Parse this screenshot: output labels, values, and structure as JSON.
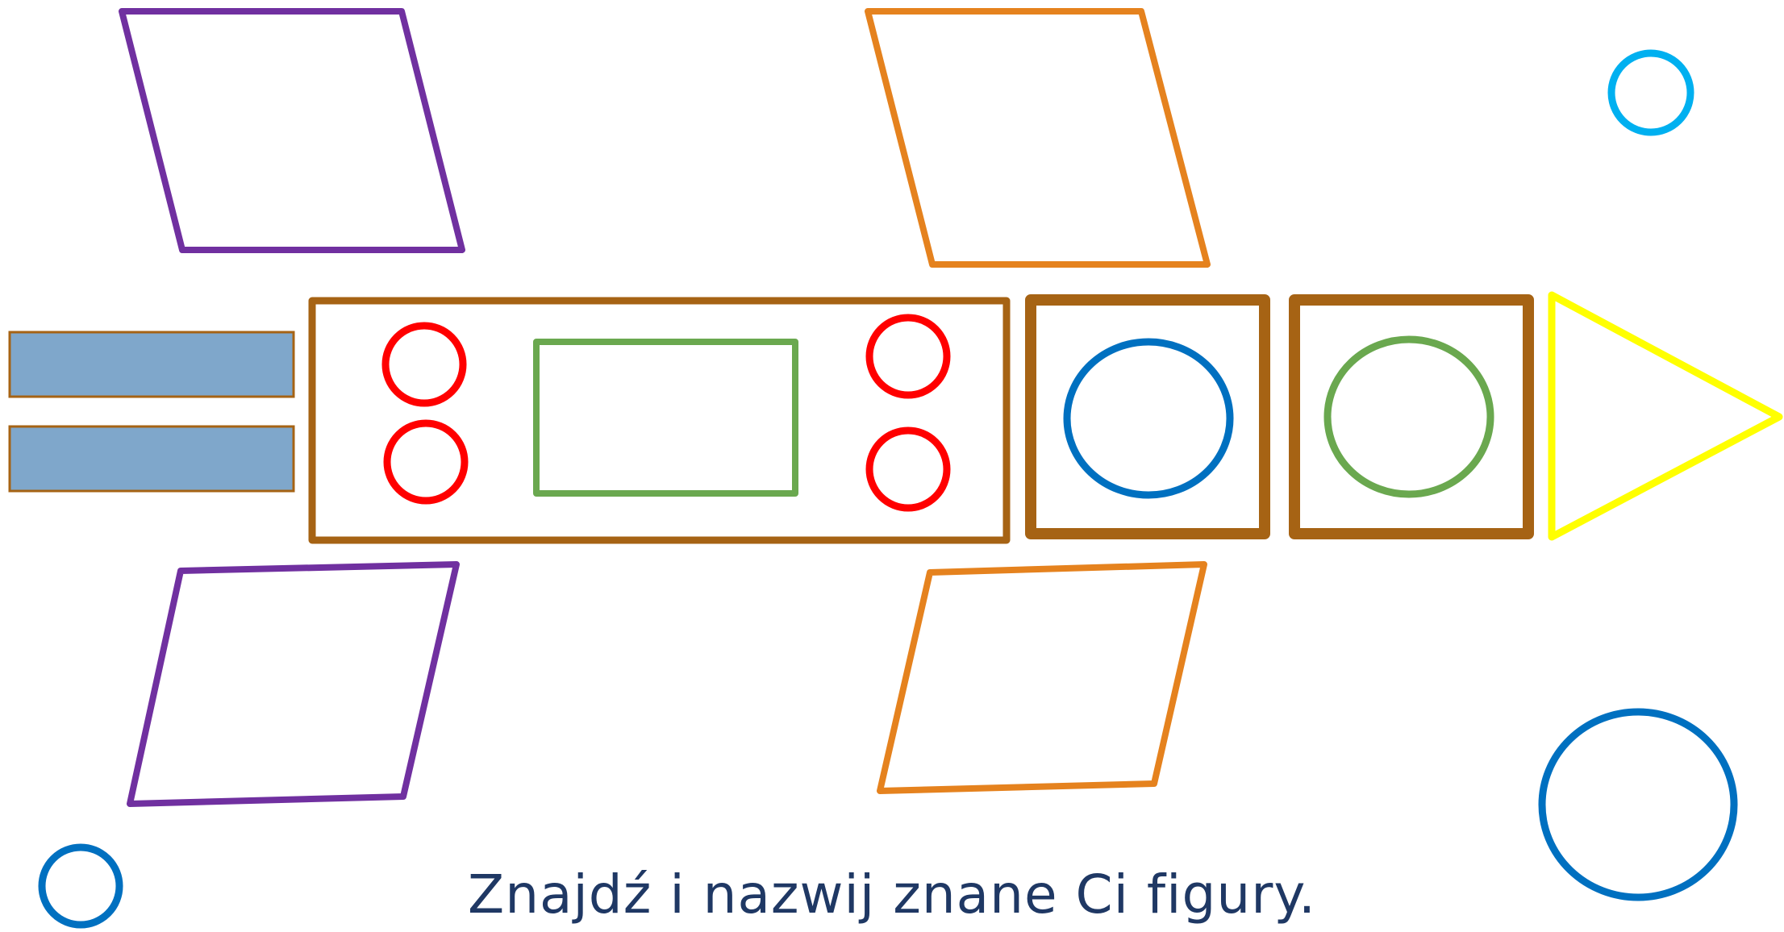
{
  "caption": "Znajdź i nazwij znane Ci figury.",
  "colors": {
    "background": "#ffffff",
    "caption": "#1f3864",
    "purple": "#7030a0",
    "orange": "#e5821e",
    "brown": "#a66314",
    "steel_blue_fill": "#7fa7cb",
    "red": "#ff0000",
    "green": "#6aa84f",
    "blue": "#0070c0",
    "light_blue": "#00b0f0",
    "yellow": "#ffff00"
  },
  "shapes": [
    "parallelogram",
    "rectangle",
    "square",
    "circle",
    "triangle"
  ]
}
